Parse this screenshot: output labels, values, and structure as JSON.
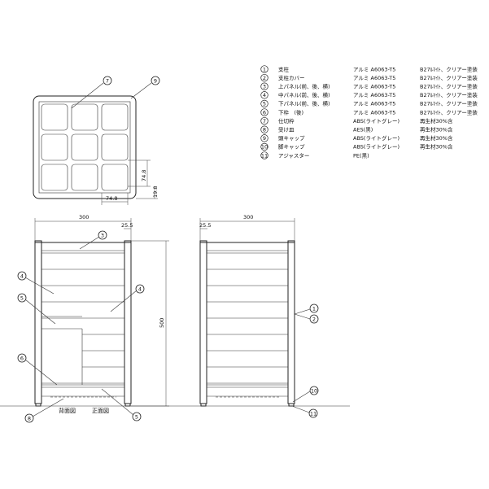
{
  "top_view": {
    "dim_cell_width": "74.8",
    "dim_cell_height": "74.8",
    "dim_frame": "19.8",
    "callouts": [
      "7",
      "9"
    ]
  },
  "back_view": {
    "dim_width": "300",
    "dim_side": "25.5",
    "caption": "背面図"
  },
  "front_view": {
    "dim_height": "500",
    "caption": "正面図"
  },
  "side_view": {
    "dim_width": "300",
    "dim_side": "25.5"
  },
  "callouts_left": [
    "3",
    "4",
    "4",
    "5",
    "6",
    "8",
    "5"
  ],
  "callouts_right": [
    "1",
    "2",
    "10",
    "11"
  ],
  "parts_list": [
    {
      "no": "1",
      "name": "支柱",
      "material": "アルミ A6063-T5",
      "finish": "B27ﾙﾏｲﾄ、クリアー塗装"
    },
    {
      "no": "2",
      "name": "支柱カバー",
      "material": "アルミ A6063-T5",
      "finish": "B27ﾙﾏｲﾄ、クリアー塗装"
    },
    {
      "no": "3",
      "name": "上パネル(前、後、横)",
      "material": "アルミ A6063-T5",
      "finish": "B27ﾙﾏｲﾄ、クリアー塗装"
    },
    {
      "no": "4",
      "name": "中パネル(前、後、横)",
      "material": "アルミ A6063-T5",
      "finish": "B27ﾙﾏｲﾄ、クリアー塗装"
    },
    {
      "no": "5",
      "name": "下パネル(前、後、横)",
      "material": "アルミ A6063-T5",
      "finish": "B27ﾙﾏｲﾄ、クリアー塗装"
    },
    {
      "no": "6",
      "name": "下枠　(後)",
      "material": "アルミ A6063-T5",
      "finish": "B27ﾙﾏｲﾄ、クリアー塗装"
    },
    {
      "no": "7",
      "name": "仕切枠",
      "material": "ABS(ライトグレー)",
      "finish": "再生材30%含"
    },
    {
      "no": "8",
      "name": "受け皿",
      "material": "AES(黒)",
      "finish": "再生材30%含"
    },
    {
      "no": "9",
      "name": "頭キャップ",
      "material": "ABS(ライトグレー)",
      "finish": "再生材30%含"
    },
    {
      "no": "10",
      "name": "脚キャップ",
      "material": "ABS(ライトグレー)",
      "finish": "再生材30%含"
    },
    {
      "no": "11",
      "name": "アジャスター",
      "material": "PE(黒)",
      "finish": ""
    }
  ]
}
